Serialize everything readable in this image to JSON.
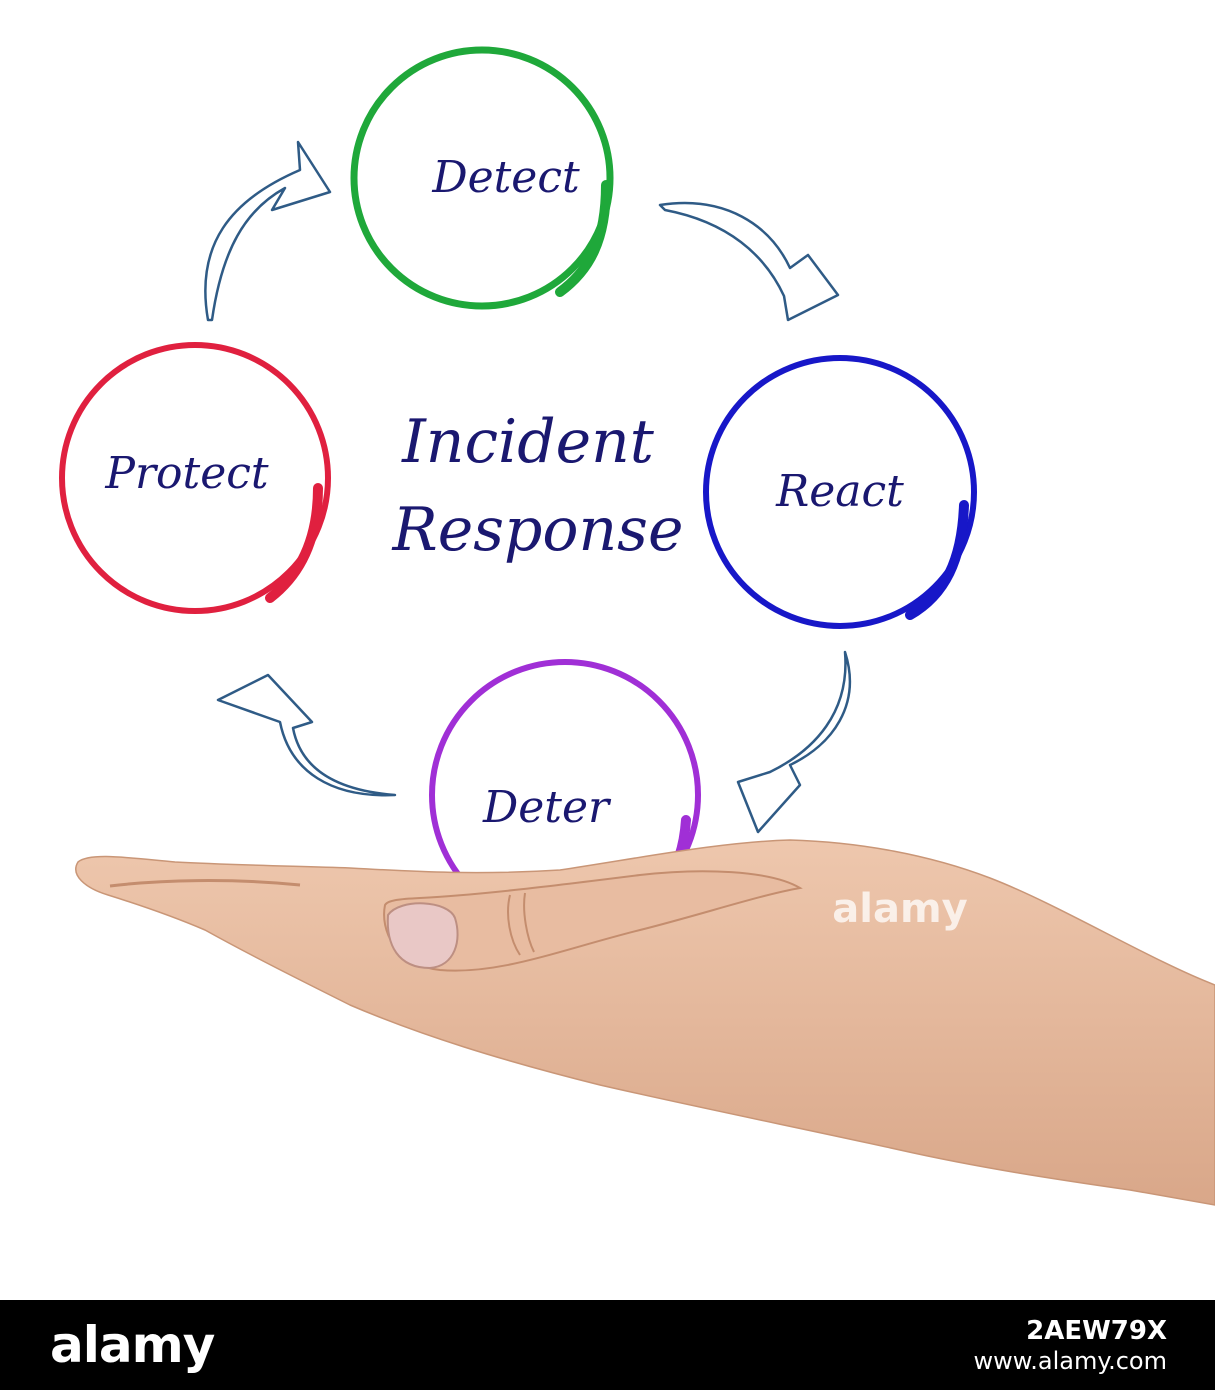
{
  "diagram": {
    "title_lines": [
      "Incident",
      "Response"
    ],
    "nodes": [
      {
        "id": "detect",
        "label": "Detect",
        "color": "#1fa83a"
      },
      {
        "id": "react",
        "label": "React",
        "color": "#1717c8"
      },
      {
        "id": "deter",
        "label": "Deter",
        "color": "#a02fd6"
      },
      {
        "id": "protect",
        "label": "Protect",
        "color": "#e0203f"
      }
    ],
    "flow": [
      "detect",
      "react",
      "deter",
      "protect",
      "detect"
    ],
    "arrow_color": "#2f5b86",
    "text_color": "#1a1870"
  },
  "photo": {
    "subject": "open palm of a hand holding the diagram",
    "skin_color": "#e2b79b"
  },
  "watermark": {
    "text": "alamy"
  },
  "footer": {
    "logo_text": "alamy",
    "image_id": "2AEW79X",
    "site": "www.alamy.com"
  }
}
